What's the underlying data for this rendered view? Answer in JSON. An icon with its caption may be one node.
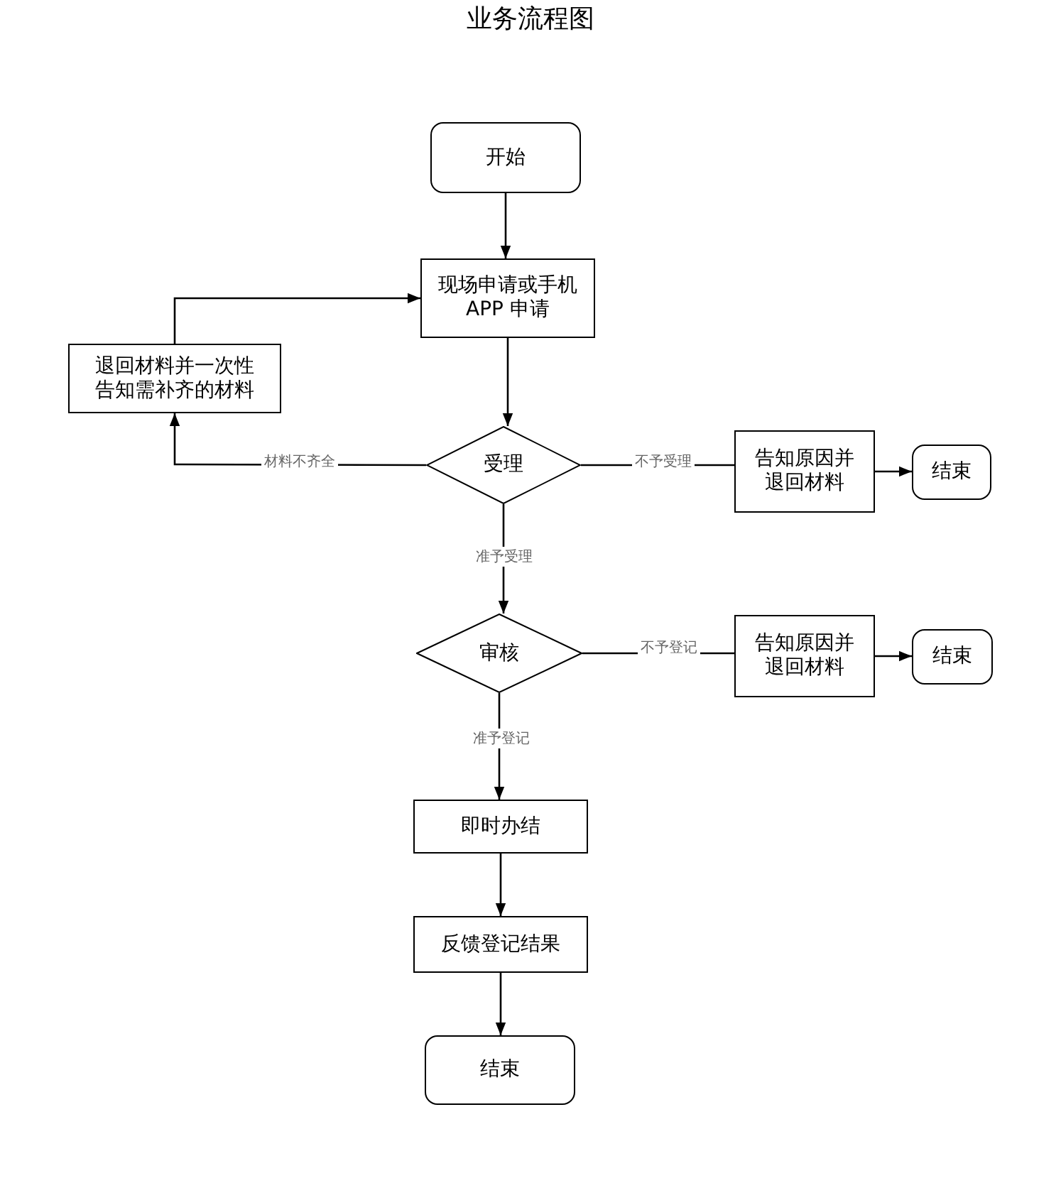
{
  "diagram": {
    "title": "业务流程图",
    "nodes": [
      {
        "text": [
          "开始"
        ]
      },
      {
        "text": [
          "现场申请或手机 APP 申请"
        ]
      },
      {
        "text": [
          "退回材料并一次性告知需补齐的材料"
        ]
      },
      {
        "text": [
          "受理"
        ]
      },
      {
        "text": [
          "告知原因并退回材料"
        ]
      },
      {
        "text": [
          "结束"
        ]
      },
      {
        "text": [
          "审核"
        ]
      },
      {
        "text": [
          "告知原因并退回材料"
        ]
      },
      {
        "text": [
          "结束"
        ]
      },
      {
        "text": [
          "即时办结"
        ]
      },
      {
        "text": [
          "反馈登记结果"
        ]
      },
      {
        "text": [
          "结束"
        ]
      }
    ],
    "edges": [
      {
        "from": 0,
        "to": 1,
        "arrow": "to"
      },
      {
        "from": 1,
        "to": 3,
        "arrow": "to"
      },
      {
        "from": 3,
        "to": 2,
        "arrow": "to",
        "label": "材料不齐全"
      },
      {
        "from": 2,
        "to": 1,
        "arrow": "to"
      },
      {
        "from": 3,
        "to": 4,
        "arrow": "none",
        "label": "不予受理"
      },
      {
        "from": 4,
        "to": 5,
        "arrow": "to"
      },
      {
        "from": 3,
        "to": 6,
        "arrow": "to",
        "label": "准予受理"
      },
      {
        "from": 6,
        "to": 7,
        "arrow": "none",
        "label": "不予登记"
      },
      {
        "from": 7,
        "to": 8,
        "arrow": "to"
      },
      {
        "from": 6,
        "to": 9,
        "arrow": "to",
        "label": "准予登记"
      },
      {
        "from": 9,
        "to": 10,
        "arrow": "to"
      },
      {
        "from": 10,
        "to": 11,
        "arrow": "to"
      }
    ]
  }
}
